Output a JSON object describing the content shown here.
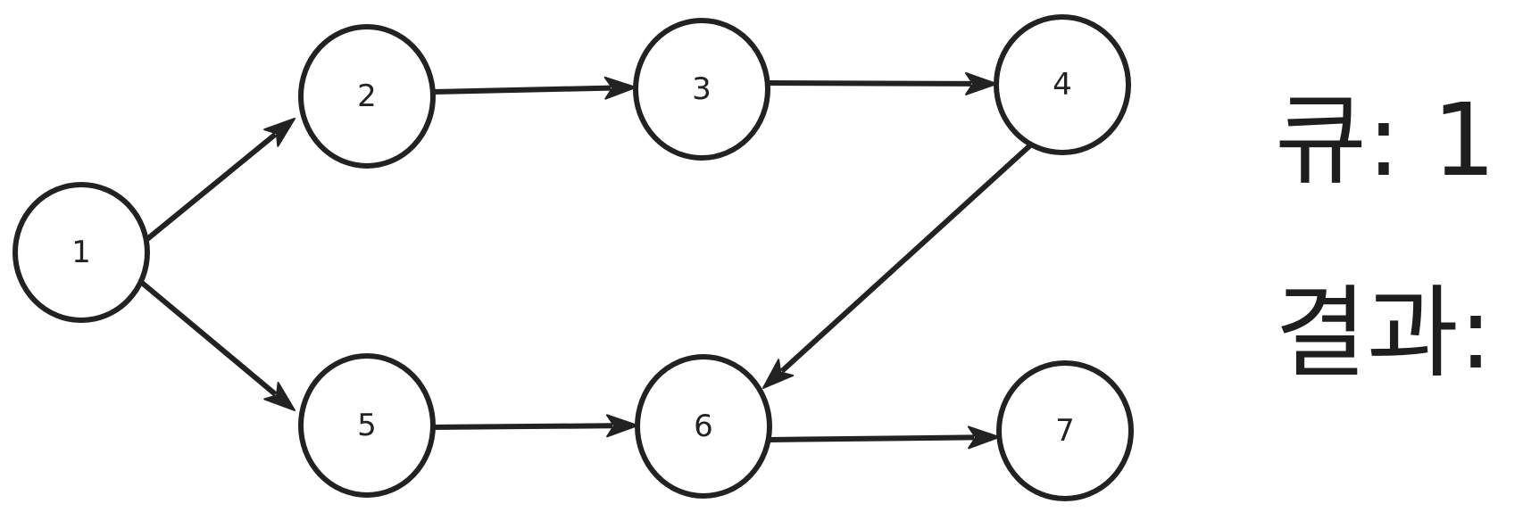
{
  "diagram": {
    "type": "directed-graph",
    "nodes": [
      {
        "id": "n1",
        "label": "1"
      },
      {
        "id": "n2",
        "label": "2"
      },
      {
        "id": "n3",
        "label": "3"
      },
      {
        "id": "n4",
        "label": "4"
      },
      {
        "id": "n5",
        "label": "5"
      },
      {
        "id": "n6",
        "label": "6"
      },
      {
        "id": "n7",
        "label": "7"
      }
    ],
    "edges": [
      {
        "from": "1",
        "to": "2"
      },
      {
        "from": "1",
        "to": "5"
      },
      {
        "from": "2",
        "to": "3"
      },
      {
        "from": "3",
        "to": "4"
      },
      {
        "from": "4",
        "to": "6"
      },
      {
        "from": "5",
        "to": "6"
      },
      {
        "from": "6",
        "to": "7"
      }
    ]
  },
  "status": {
    "queue_label": "큐:",
    "queue_value": "1",
    "result_label": "결과:",
    "result_value": ""
  },
  "colors": {
    "stroke": "#222222",
    "background": "#ffffff",
    "text": "#1e1e1e"
  }
}
